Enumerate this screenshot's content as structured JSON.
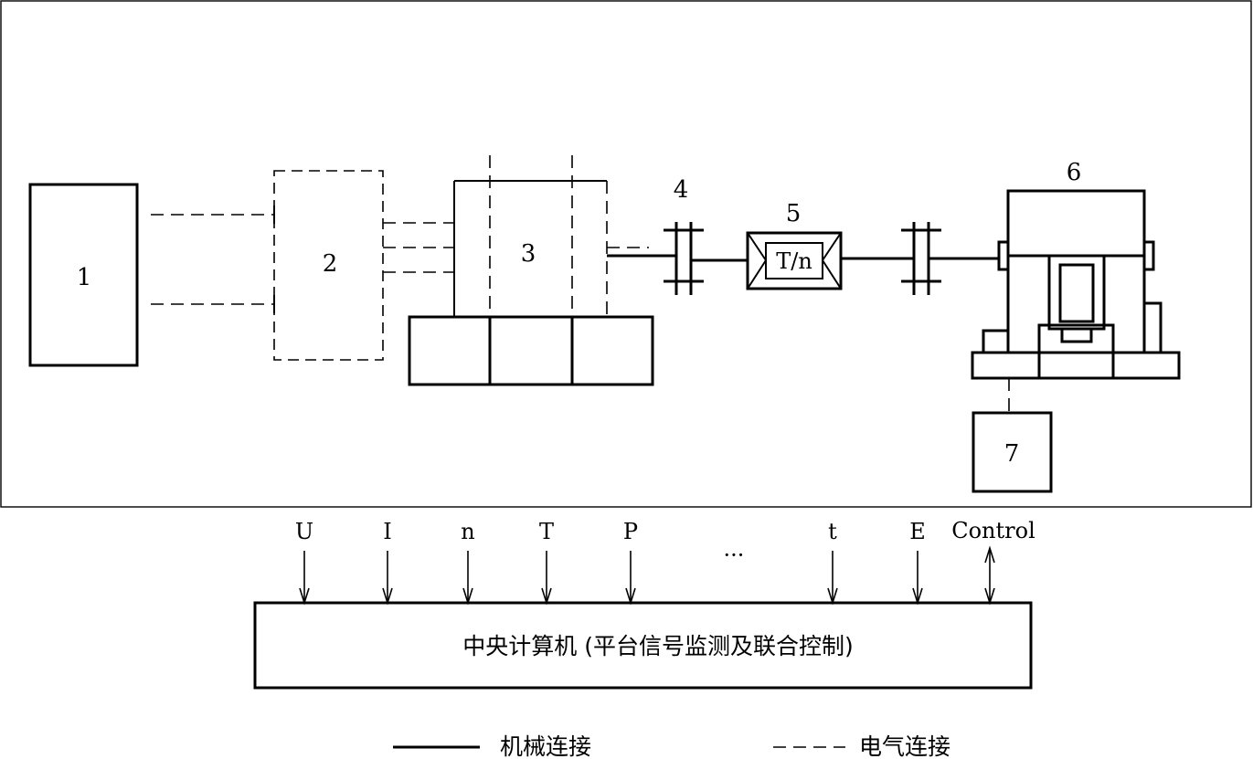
{
  "components": {
    "c1": "1",
    "c2": "2",
    "c3": "3",
    "c4": "4",
    "c5": "5",
    "c6": "6",
    "c7": "7",
    "sensor_label": "T/n"
  },
  "signals": [
    "U",
    "I",
    "n",
    "T",
    "P",
    "···",
    "t",
    "E",
    "Control"
  ],
  "computer_label": "中央计算机 (平台信号监测及联合控制)",
  "legend": {
    "mechanical": "机械连接",
    "electrical": "电气连接"
  }
}
